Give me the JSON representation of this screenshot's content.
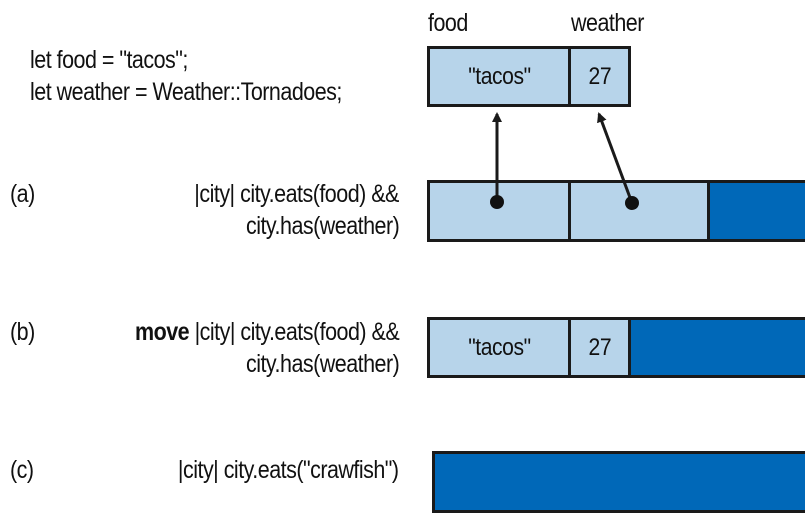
{
  "header": {
    "food_label": "food",
    "weather_label": "weather"
  },
  "code": {
    "line1": "let food = \"tacos\";",
    "line2": "let weather = Weather::Tornadoes;"
  },
  "vars": {
    "food_value": "\"tacos\"",
    "weather_value": "27"
  },
  "cases": [
    {
      "tag": "(a)",
      "keyword": "",
      "line1": "|city| city.eats(food) &&",
      "line2": "city.has(weather)"
    },
    {
      "tag": "(b)",
      "keyword": "move",
      "line1": " |city| city.eats(food) &&",
      "line2": "city.has(weather)",
      "cell1": "\"tacos\"",
      "cell2": "27"
    },
    {
      "tag": "(c)",
      "keyword": "",
      "line1": "|city| city.eats(\"crawfish\")",
      "line2": ""
    }
  ],
  "colors": {
    "light_blue": "#b7d4ea",
    "dark_blue": "#0068b8",
    "stroke": "#1a1a1a"
  }
}
